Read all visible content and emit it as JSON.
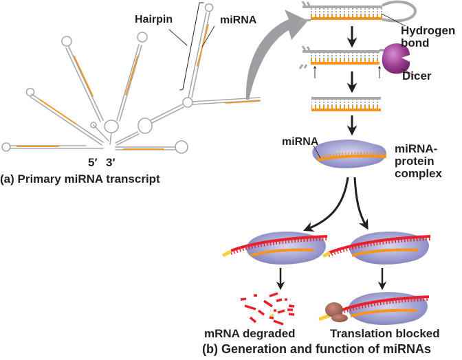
{
  "figure": {
    "panel_a": {
      "caption": "(a) Primary miRNA transcript",
      "hairpin_label": "Hairpin",
      "mirna_label": "miRNA",
      "end_5": "5′",
      "end_3": "3′"
    },
    "panel_b": {
      "caption": "(b) Generation and function of miRNAs",
      "hydrogen_bond_label": "Hydrogen\nbond",
      "hydrogen_bond_line1": "Hydrogen",
      "hydrogen_bond_line2": "bond",
      "dicer_label": "Dicer",
      "mirna_label": "miRNA",
      "complex_line1": "miRNA-",
      "complex_line2": "protein",
      "complex_line3": "complex",
      "outcome_left": "mRNA degraded",
      "outcome_right": "Translation blocked"
    },
    "colors": {
      "rna_gray": "#a7a9ac",
      "mirna_orange": "#f7941d",
      "mrna_red": "#e8202a",
      "cap_yellow": "#f2d13a",
      "dicer_purple": "#9b3d91",
      "complex_purple": "#9494c8",
      "ribosome_brown": "#a0665a",
      "arrow_gray": "#9d9fa2",
      "text": "#231f20"
    }
  }
}
